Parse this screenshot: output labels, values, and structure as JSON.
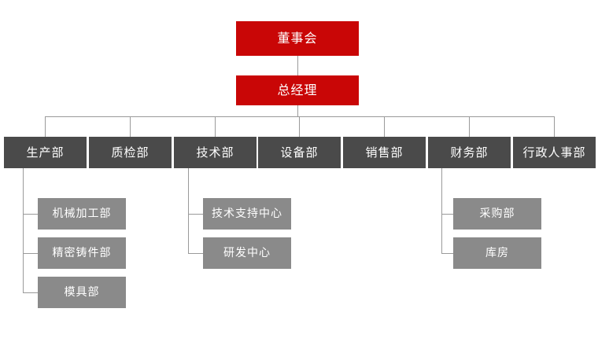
{
  "chart_title": "",
  "colors": {
    "executive": "#c90606",
    "department": "#4a4a4a",
    "subdepartment": "#8a8a8a",
    "connector": "#9a9a9a",
    "background": "#ffffff",
    "text": "#ffffff"
  },
  "org": {
    "executives": [
      {
        "label": "董事会"
      },
      {
        "label": "总经理"
      }
    ],
    "departments": [
      {
        "label": "生产部"
      },
      {
        "label": "质检部"
      },
      {
        "label": "技术部"
      },
      {
        "label": "设备部"
      },
      {
        "label": "销售部"
      },
      {
        "label": "财务部"
      },
      {
        "label": "行政人事部"
      }
    ],
    "subdepartments": {
      "production": [
        {
          "label": "机械加工部"
        },
        {
          "label": "精密铸件部"
        },
        {
          "label": "模具部"
        }
      ],
      "technology": [
        {
          "label": "技术支持中心"
        },
        {
          "label": "研发中心"
        }
      ],
      "finance": [
        {
          "label": "采购部"
        },
        {
          "label": "库房"
        }
      ]
    }
  }
}
